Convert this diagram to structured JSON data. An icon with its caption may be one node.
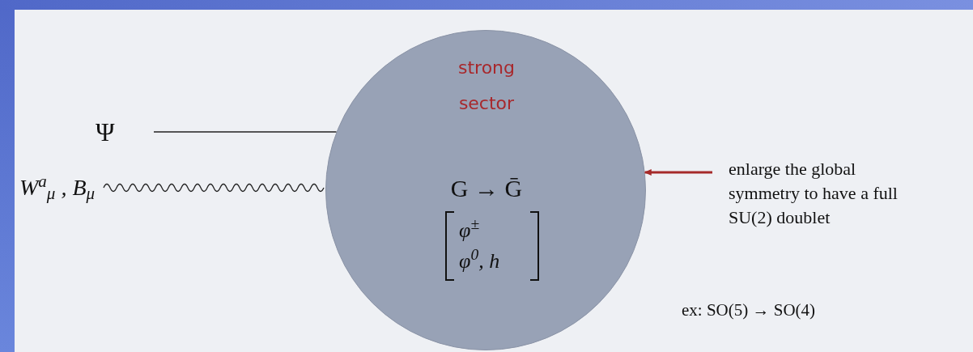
{
  "diagram": {
    "nodes": [
      {
        "text": [
          "strong sector",
          "G → Ḡ",
          "φ$^{±}$",
          "φ$^{0}$, h"
        ]
      },
      {
        "text": [
          "Ψ"
        ]
      },
      {
        "text": [
          "W$^{a}$$_{μ}$ , B$_{μ}$"
        ]
      },
      {
        "text": [
          "enlarge the global symmetry to have a full SU(2) doublet"
        ]
      }
    ],
    "edges": [
      {
        "from": 1,
        "to": 0,
        "arrow": "none"
      },
      {
        "from": 2,
        "to": 0,
        "arrow": "none"
      },
      {
        "from": 3,
        "to": 0,
        "arrow": "to",
        "color": "#a52a2a"
      }
    ],
    "labels": [
      "ex: SO(5) → SO(4)"
    ]
  }
}
